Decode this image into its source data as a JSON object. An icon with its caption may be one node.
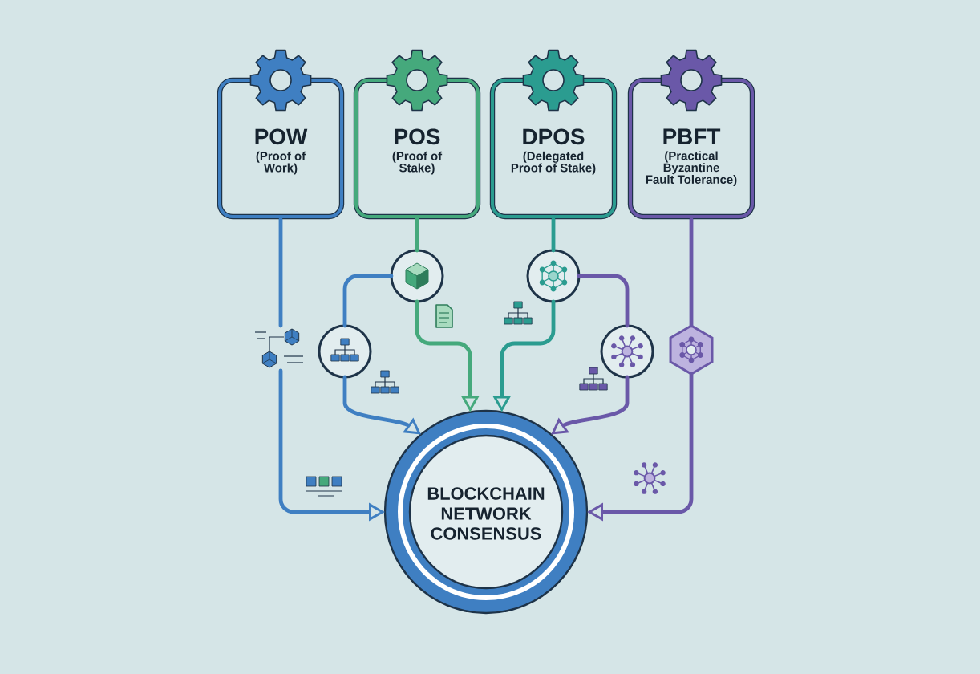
{
  "diagram": {
    "nodes": [
      {
        "text": [
          "POW",
          "(Proof of Work)"
        ]
      },
      {
        "text": [
          "POS",
          "(Proof of Stake)"
        ]
      },
      {
        "text": [
          "DPOS",
          "(Delegated Proof of Stake)"
        ]
      },
      {
        "text": [
          "PBFT",
          "(Practical Byzantine Fault Tolerance)"
        ]
      },
      {
        "text": [],
        "shape": "circle"
      },
      {
        "text": [],
        "shape": "circle"
      },
      {
        "text": [],
        "shape": "picture"
      },
      {
        "text": [],
        "shape": "circle"
      },
      {
        "text": [],
        "shape": "circle"
      },
      {
        "text": [],
        "shape": "hexagon"
      },
      {
        "text": [
          "BLOCKCHAIN NETWORK CONSENSUS"
        ]
      }
    ],
    "edges": [
      {
        "from": 0,
        "to": 6,
        "arrow": "none",
        "color": "#3f7fc2"
      },
      {
        "from": 6,
        "to": 10,
        "arrow": "to",
        "color": "#3f7fc2"
      },
      {
        "from": 1,
        "to": 4,
        "arrow": "none",
        "color": "#45a97c"
      },
      {
        "from": 4,
        "to": 10,
        "arrow": "to",
        "color": "#45a97c"
      },
      {
        "from": 4,
        "to": 7,
        "arrow": "none",
        "color": "#3f7fc2"
      },
      {
        "from": 7,
        "to": 10,
        "arrow": "to",
        "color": "#3f7fc2"
      },
      {
        "from": 2,
        "to": 5,
        "arrow": "none",
        "color": "#2b9c90"
      },
      {
        "from": 5,
        "to": 10,
        "arrow": "to",
        "color": "#2b9c90"
      },
      {
        "from": 5,
        "to": 8,
        "arrow": "none",
        "color": "#6a58a8"
      },
      {
        "from": 8,
        "to": 10,
        "arrow": "to",
        "color": "#6a58a8"
      },
      {
        "from": 3,
        "to": 9,
        "arrow": "none",
        "color": "#6a58a8"
      },
      {
        "from": 9,
        "to": 10,
        "arrow": "to",
        "color": "#6a58a8"
      }
    ]
  }
}
